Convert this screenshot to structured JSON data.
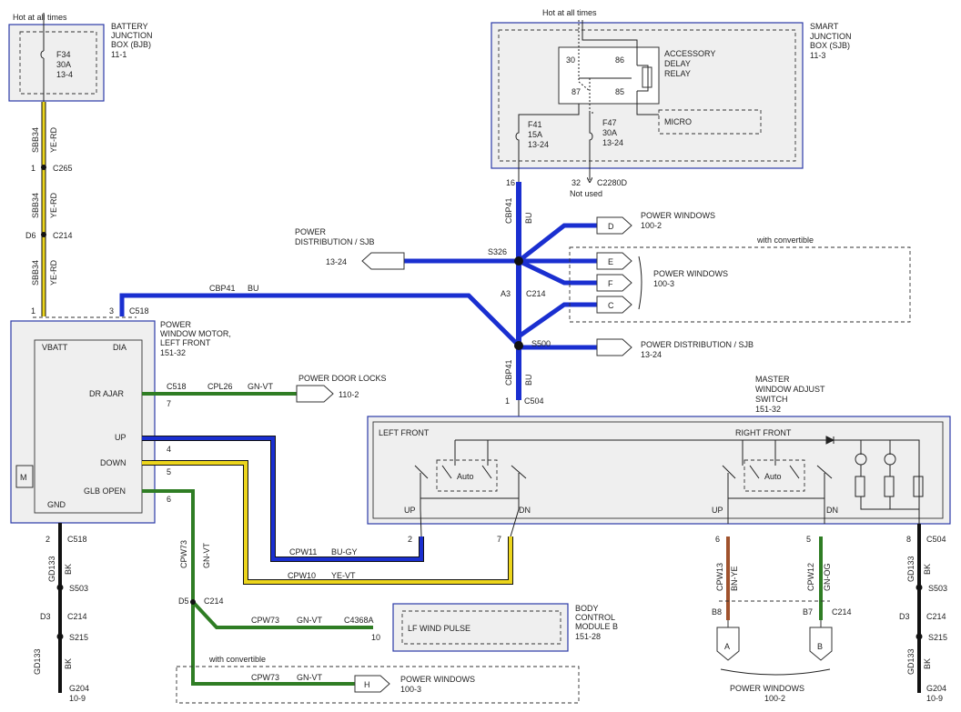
{
  "colors": {
    "BU": "#1a2fd0",
    "YE": "#ecd51c",
    "GN": "#2f7d24",
    "BK": "#111111",
    "BN": "#a0522d",
    "box_border": "#2b3aa8"
  },
  "hot_left": "Hot at all times",
  "hot_right": "Hot at all times",
  "bjb": {
    "l1": "BATTERY",
    "l2": "JUNCTION",
    "l3": "BOX (BJB)",
    "l4": "11-1",
    "fuse": "F34",
    "amp": "30A",
    "ref": "13-4"
  },
  "sjb": {
    "l1": "SMART",
    "l2": "JUNCTION",
    "l3": "BOX (SJB)",
    "l4": "11-3"
  },
  "relay": {
    "l1": "ACCESSORY",
    "l2": "DELAY",
    "l3": "RELAY",
    "p30": "30",
    "p86": "86",
    "p87": "87",
    "p85": "85",
    "micro": "MICRO"
  },
  "f41": {
    "name": "F41",
    "amp": "15A",
    "ref": "13-24"
  },
  "f47": {
    "name": "F47",
    "amp": "30A",
    "ref": "13-24"
  },
  "c2280": {
    "pin": "32",
    "name": "C2280D",
    "note": "Not used"
  },
  "left_circuit": {
    "circuit": "SBB34",
    "color": "YE-RD",
    "c265_pin": "1",
    "c265": "C265",
    "c214_pin": "D6",
    "c214": "C214"
  },
  "motor": {
    "c518_p1": "1",
    "c518_p3": "3",
    "c518": "C518",
    "vbatt": "VBATT",
    "dia": "DIA",
    "dr_ajar": "DR AJAR",
    "up": "UP",
    "down": "DOWN",
    "glb_open": "GLB OPEN",
    "gnd": "GND",
    "m": "M",
    "t1": "POWER",
    "t2": "WINDOW MOTOR,",
    "t3": "LEFT FRONT",
    "t4": "151-32",
    "p7": "7",
    "p4": "4",
    "p5": "5",
    "p6": "6",
    "c518b": "C518"
  },
  "cbp41_top": {
    "circuit": "CBP41",
    "color": "BU",
    "pin": "16"
  },
  "cbp41_horiz": {
    "circuit": "CBP41",
    "color": "BU"
  },
  "power_dist_left": {
    "l1": "POWER",
    "l2": "DISTRIBUTION / SJB",
    "ref": "13-24"
  },
  "s326": "S326",
  "s500": "S500",
  "conn_a3": "A3",
  "conn_c214_mid": "C214",
  "conv_note": "with convertible",
  "pw_d": {
    "letter": "D",
    "l1": "POWER WINDOWS",
    "ref": "100-2"
  },
  "pw_efc": {
    "e": "E",
    "f": "F",
    "c": "C",
    "l1": "POWER WINDOWS",
    "ref": "100-3"
  },
  "pds_right": {
    "l1": "POWER DISTRIBUTION / SJB",
    "ref": "13-24"
  },
  "cbp41_low": {
    "circuit": "CBP41",
    "color": "BU",
    "pin": "1",
    "conn": "C504"
  },
  "door_locks": {
    "circuit": "CPL26",
    "color": "GN-VT",
    "c518": "C518",
    "l1": "POWER DOOR LOCKS",
    "ref": "110-2"
  },
  "master": {
    "t1": "MASTER",
    "t2": "WINDOW ADJUST",
    "t3": "SWITCH",
    "t4": "151-32",
    "lf": "LEFT FRONT",
    "rf": "RIGHT FRONT",
    "auto": "Auto",
    "up": "UP",
    "dn": "DN",
    "up2": "UP",
    "dn2": "DN"
  },
  "cpw11": {
    "circuit": "CPW11",
    "color": "BU-GY",
    "pin": "2"
  },
  "cpw10": {
    "circuit": "CPW10",
    "color": "YE-VT",
    "pin": "7"
  },
  "cpw73": {
    "circuit": "CPW73",
    "color": "GN-VT",
    "d5": "D5",
    "c214": "C214"
  },
  "bcm": {
    "circuit": "CPW73",
    "color": "GN-VT",
    "conn": "C4368A",
    "pin": "10",
    "label": "LF WIND PULSE",
    "t1": "BODY",
    "t2": "CONTROL",
    "t3": "MODULE B",
    "ref": "151-28"
  },
  "bot_conv": "with convertible",
  "pw_h": {
    "circuit": "CPW73",
    "color": "GN-VT",
    "letter": "H",
    "l1": "POWER WINDOWS",
    "ref": "100-3"
  },
  "gnd_left": {
    "pin": "2",
    "c518": "C518",
    "circuit": "GD133",
    "color": "BK",
    "s503": "S503",
    "d3": "D3",
    "c214": "C214",
    "s215": "S215",
    "circuit2": "GD133",
    "color2": "BK",
    "g204": "G204",
    "ref": "10-9"
  },
  "cpw13": {
    "pin": "6",
    "circuit": "CPW13",
    "color": "BN-YE",
    "b8": "B8",
    "a": "A"
  },
  "cpw12": {
    "pin": "5",
    "circuit": "CPW12",
    "color": "GN-OG",
    "b7": "B7",
    "c214": "C214",
    "b": "B"
  },
  "pw_bottom": {
    "l1": "POWER WINDOWS",
    "ref": "100-2"
  },
  "gnd_right": {
    "pin": "8",
    "c504": "C504",
    "circuit": "GD133",
    "color": "BK",
    "s503": "S503",
    "d3": "D3",
    "c214": "C214",
    "s215": "S215",
    "circuit2": "GD133",
    "color2": "BK",
    "g204": "G204",
    "ref": "10-9"
  }
}
